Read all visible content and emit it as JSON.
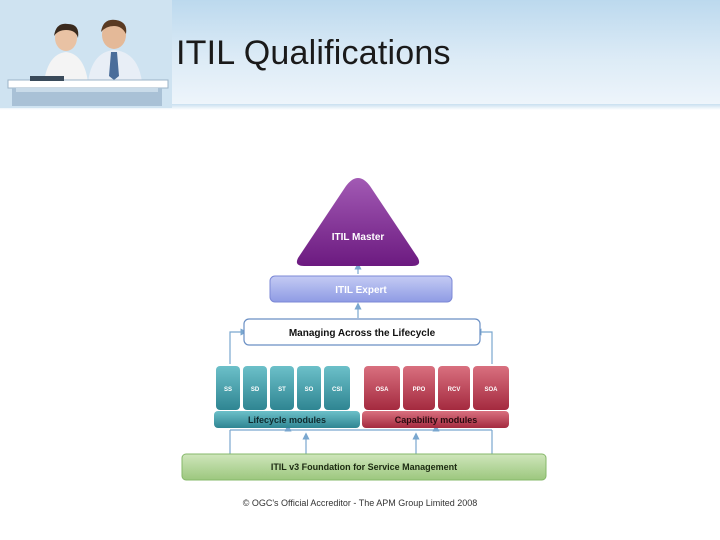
{
  "slide": {
    "title": "ITIL Qualifications"
  },
  "diagram": {
    "master_label": "ITIL Master",
    "expert_label": "ITIL Expert",
    "malc_label": "Managing Across the Lifecycle",
    "lifecycle_modules": [
      "SS",
      "SD",
      "ST",
      "SO",
      "CSI"
    ],
    "capability_modules": [
      "OSA",
      "PPO",
      "RCV",
      "SOA"
    ],
    "lifecycle_label": "Lifecycle modules",
    "capability_label": "Capability modules",
    "foundation_label": "ITIL v3 Foundation for Service Management",
    "credit": "© OGC's Official Accreditor - The APM Group Limited 2008"
  },
  "colors": {
    "master": "#7a1f8f",
    "expert": "#9aa4e8",
    "lifecycle": "#3d9aa6",
    "capability": "#b8384d",
    "foundation": "#a9d08e",
    "arrow": "#7aa7cf"
  },
  "icons": {
    "photo": "business-people-photo"
  }
}
